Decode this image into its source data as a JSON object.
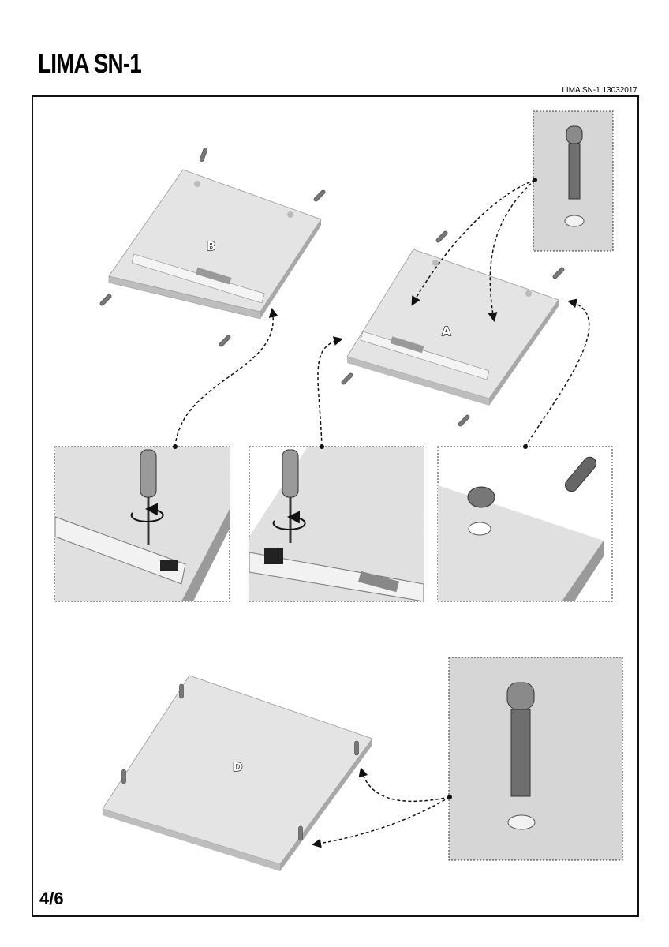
{
  "header": {
    "title": "LIMA SN-1",
    "doc_code": "LIMA SN-1 13032017"
  },
  "panels": {
    "board_b": "B",
    "board_a": "A",
    "board_d": "D"
  },
  "footer": {
    "page_number": "4/6"
  },
  "colors": {
    "board": "#e3e3e3",
    "board_edge": "#b5b5b5",
    "detail_bg": "#d8d8d8",
    "line": "#111111"
  }
}
